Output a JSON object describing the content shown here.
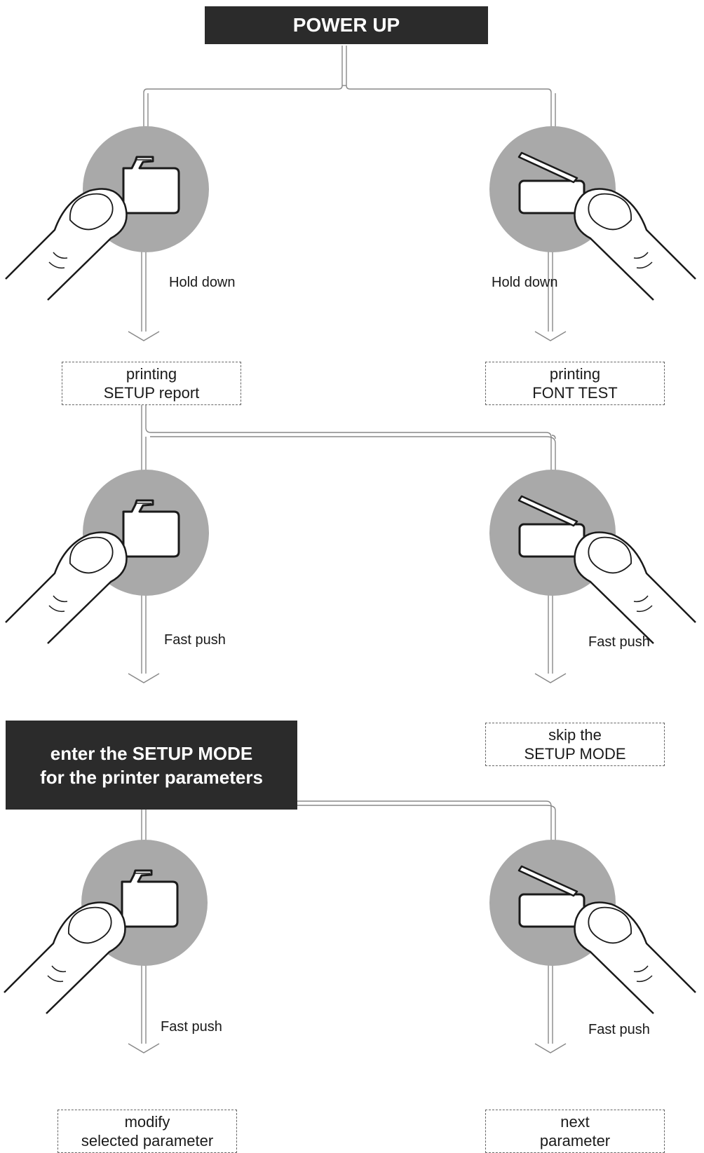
{
  "title": "POWER UP",
  "setup_mode": {
    "line1": "enter the SETUP MODE",
    "line2": "for the printer parameters"
  },
  "labels": {
    "hold_down_left": "Hold down",
    "hold_down_right": "Hold down",
    "fast_push_1_left": "Fast push",
    "fast_push_1_right": "Fast push",
    "fast_push_2_left": "Fast push",
    "fast_push_2_right": "Fast push"
  },
  "results": {
    "setup_report": {
      "line1": "printing",
      "line2": "SETUP report"
    },
    "font_test": {
      "line1": "printing",
      "line2": "FONT TEST"
    },
    "skip": {
      "line1": "skip the",
      "line2": "SETUP MODE"
    },
    "modify": {
      "line1": "modify",
      "line2": "selected parameter"
    },
    "next": {
      "line1": "next",
      "line2": "parameter"
    }
  },
  "icons": {
    "left_button": "feed-button-icon",
    "right_button": "cover-open-button-icon",
    "finger": "finger-press-icon"
  },
  "colors": {
    "dark_box": "#2b2b2b",
    "circle": "#a9a9a9",
    "connector": "#888888"
  }
}
